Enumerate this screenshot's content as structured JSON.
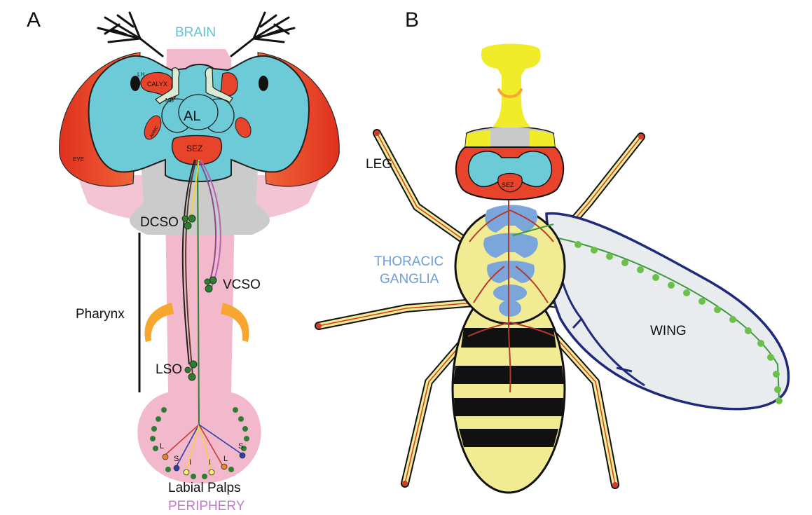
{
  "panel_a": {
    "letter": "A",
    "brain": "BRAIN",
    "lh": "LH",
    "calyx": "CALYX",
    "mb": "MB",
    "al": "AL",
    "amms": "AMMC",
    "eye": "EYE",
    "sez": "SEZ",
    "dcso": "DCSO",
    "vcso": "VCSO",
    "pharynx": "Pharynx",
    "lso": "LSO",
    "labial_palps": "Labial Palps",
    "periphery": "PERIPHERY",
    "sensilla_marks": [
      "L",
      "S",
      "I",
      "I",
      "L",
      "S"
    ]
  },
  "panel_b": {
    "letter": "B",
    "leg": "LEG",
    "sez": "SEZ",
    "thoracic_1": "THORACIC",
    "thoracic_2": "GANGLIA",
    "wing": "WING"
  },
  "colors": {
    "brain_cyan": "#6ccbd6",
    "eye_red": "#e8442b",
    "pink": "#f2b8cc",
    "grey": "#c9c9c9",
    "orange": "#f7a630",
    "green_dot": "#2f7d32",
    "label_cyan": "#5fc3d6",
    "label_purple": "#c27bc9",
    "thoracic_blue": "#6d9ed8",
    "wing_navy": "#1f2a7a",
    "body_yellow": "#f1ec94"
  }
}
